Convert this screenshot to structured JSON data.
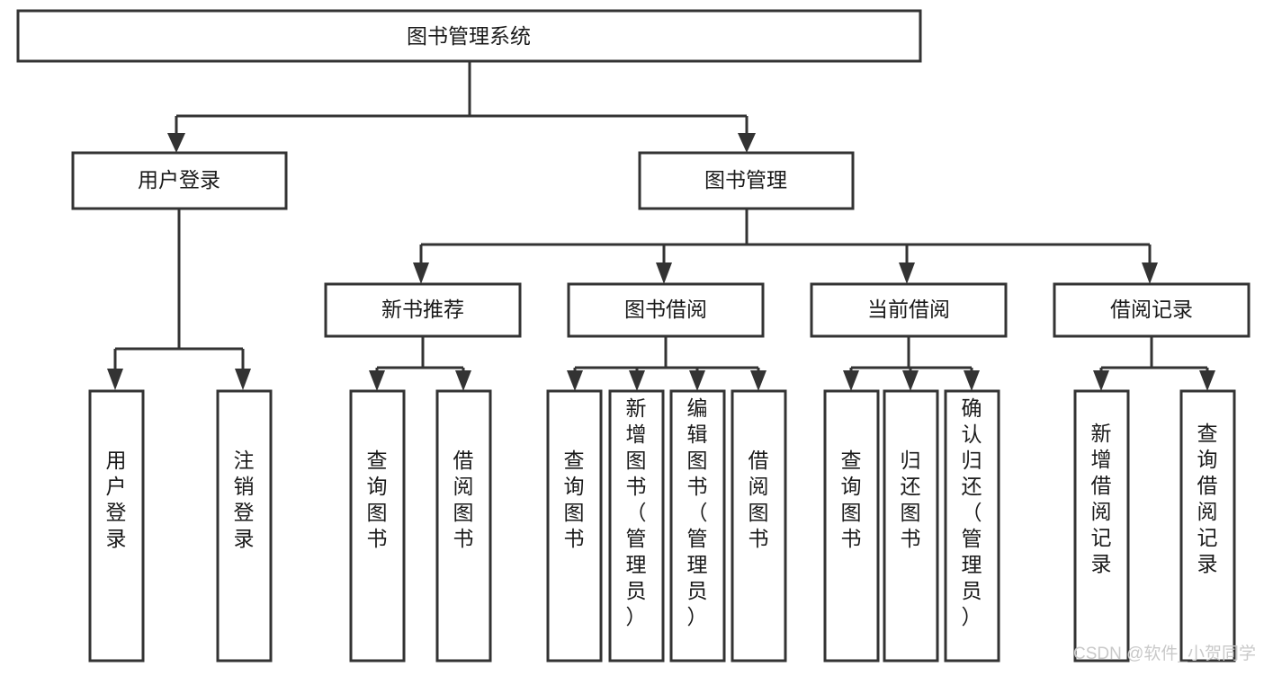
{
  "diagram": {
    "title": "图书管理系统",
    "type": "tree-hierarchy-diagram",
    "colors": {
      "box_fill": "#ffffff",
      "box_stroke": "#333333",
      "text": "#1a1a1a",
      "background": "#ffffff",
      "watermark": "#c9c9c9"
    },
    "root": {
      "label": "图书管理系统"
    },
    "level2": [
      {
        "label": "用户登录"
      },
      {
        "label": "图书管理"
      }
    ],
    "level3": [
      {
        "label": "新书推荐"
      },
      {
        "label": "图书借阅"
      },
      {
        "label": "当前借阅"
      },
      {
        "label": "借阅记录"
      }
    ],
    "leaves": {
      "user_login": [
        {
          "label": "用户登录"
        },
        {
          "label": "注销登录"
        }
      ],
      "new_book_recommend": [
        {
          "label": "查询图书"
        },
        {
          "label": "借阅图书"
        }
      ],
      "book_borrow": [
        {
          "label": "查询图书"
        },
        {
          "label": "新增图书（管理员）"
        },
        {
          "label": "编辑图书（管理员）"
        },
        {
          "label": "借阅图书"
        }
      ],
      "current_borrow": [
        {
          "label": "查询图书"
        },
        {
          "label": "归还图书"
        },
        {
          "label": "确认归还（管理员）"
        }
      ],
      "borrow_record": [
        {
          "label": "新增借阅记录"
        },
        {
          "label": "查询借阅记录"
        }
      ]
    }
  },
  "watermark": {
    "text": "CSDN @软件_小贺同学"
  }
}
